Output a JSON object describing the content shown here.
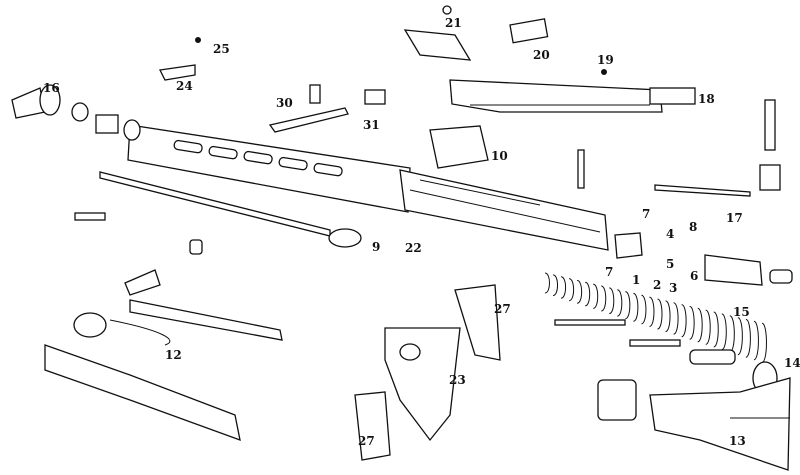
{
  "diagram": {
    "labels": [
      "1",
      "2",
      "3",
      "4",
      "5",
      "6",
      "7",
      "7",
      "8",
      "9",
      "10",
      "12",
      "13",
      "14",
      "15",
      "16",
      "17",
      "18",
      "19",
      "20",
      "21",
      "22",
      "23",
      "24",
      "25",
      "27",
      "27",
      "30",
      "31"
    ]
  }
}
